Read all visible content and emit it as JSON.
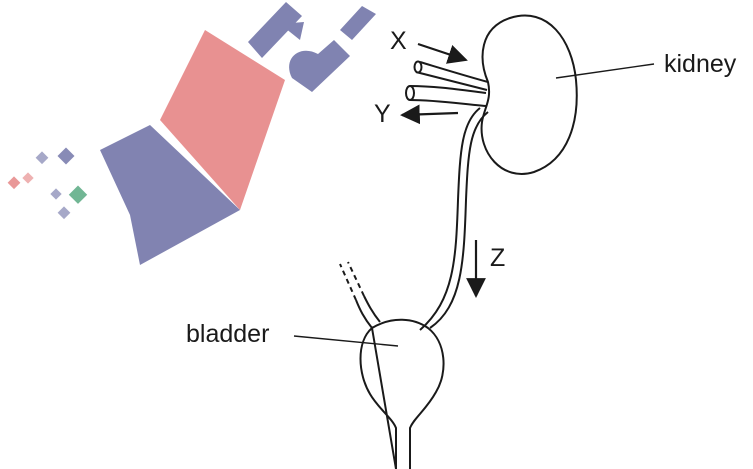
{
  "diagram": {
    "labels": {
      "kidney": "kidney",
      "bladder": "bladder",
      "x": "X",
      "y": "Y",
      "z": "Z"
    },
    "colors": {
      "ink": "#1a1a1a",
      "watermark_red": "#e07070",
      "watermark_blue": "#5a5e9a",
      "watermark_green": "#3a9a6a"
    }
  }
}
